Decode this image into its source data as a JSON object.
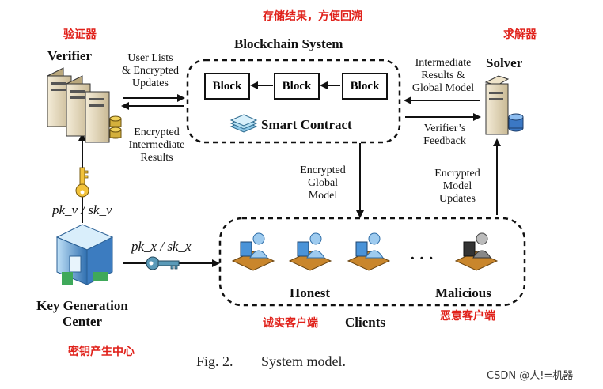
{
  "labels": {
    "verifier_cn": "验证器",
    "storage_cn": "存储结果，方便回溯",
    "solver_cn": "求解器",
    "honest_cn": "诚实客户端",
    "malicious_cn": "恶意客户端",
    "kgc_cn": "密钥产生中心",
    "verifier": "Verifier",
    "solver": "Solver",
    "blockchain_title": "Blockchain System",
    "block": "Block",
    "smart_contract": "Smart Contract",
    "kgc_line1": "Key Generation",
    "kgc_line2": "Center",
    "honest": "Honest",
    "malicious": "Malicious",
    "clients": "Clients",
    "ellipsis": "· · ·"
  },
  "flows": {
    "user_lists": [
      "User Lists",
      "& Encrypted",
      "Updates"
    ],
    "enc_intermediate": [
      "Encrypted",
      "Intermediate",
      "Results"
    ],
    "intermediate_global": [
      "Intermediate",
      "Results &",
      "Global Model"
    ],
    "verifier_feedback": [
      "Verifier’s",
      "Feedback"
    ],
    "enc_global_model": [
      "Encrypted",
      "Global",
      "Model"
    ],
    "enc_model_updates": [
      "Encrypted",
      "Model",
      "Updates"
    ]
  },
  "keys": {
    "verifier_key": "pk_v / sk_v",
    "client_key": "pk_x / sk_x"
  },
  "caption": {
    "fig": "Fig. 2.",
    "text": "System model."
  },
  "watermark": "CSDN @人!=机器",
  "colors": {
    "annotation_red": "#e0211a",
    "ink": "#111111",
    "server_beige": "#e8dcc0",
    "building_blue": "#4a8fd0",
    "key_yellow": "#f2c23a",
    "client_key": "#5a9ab8"
  }
}
